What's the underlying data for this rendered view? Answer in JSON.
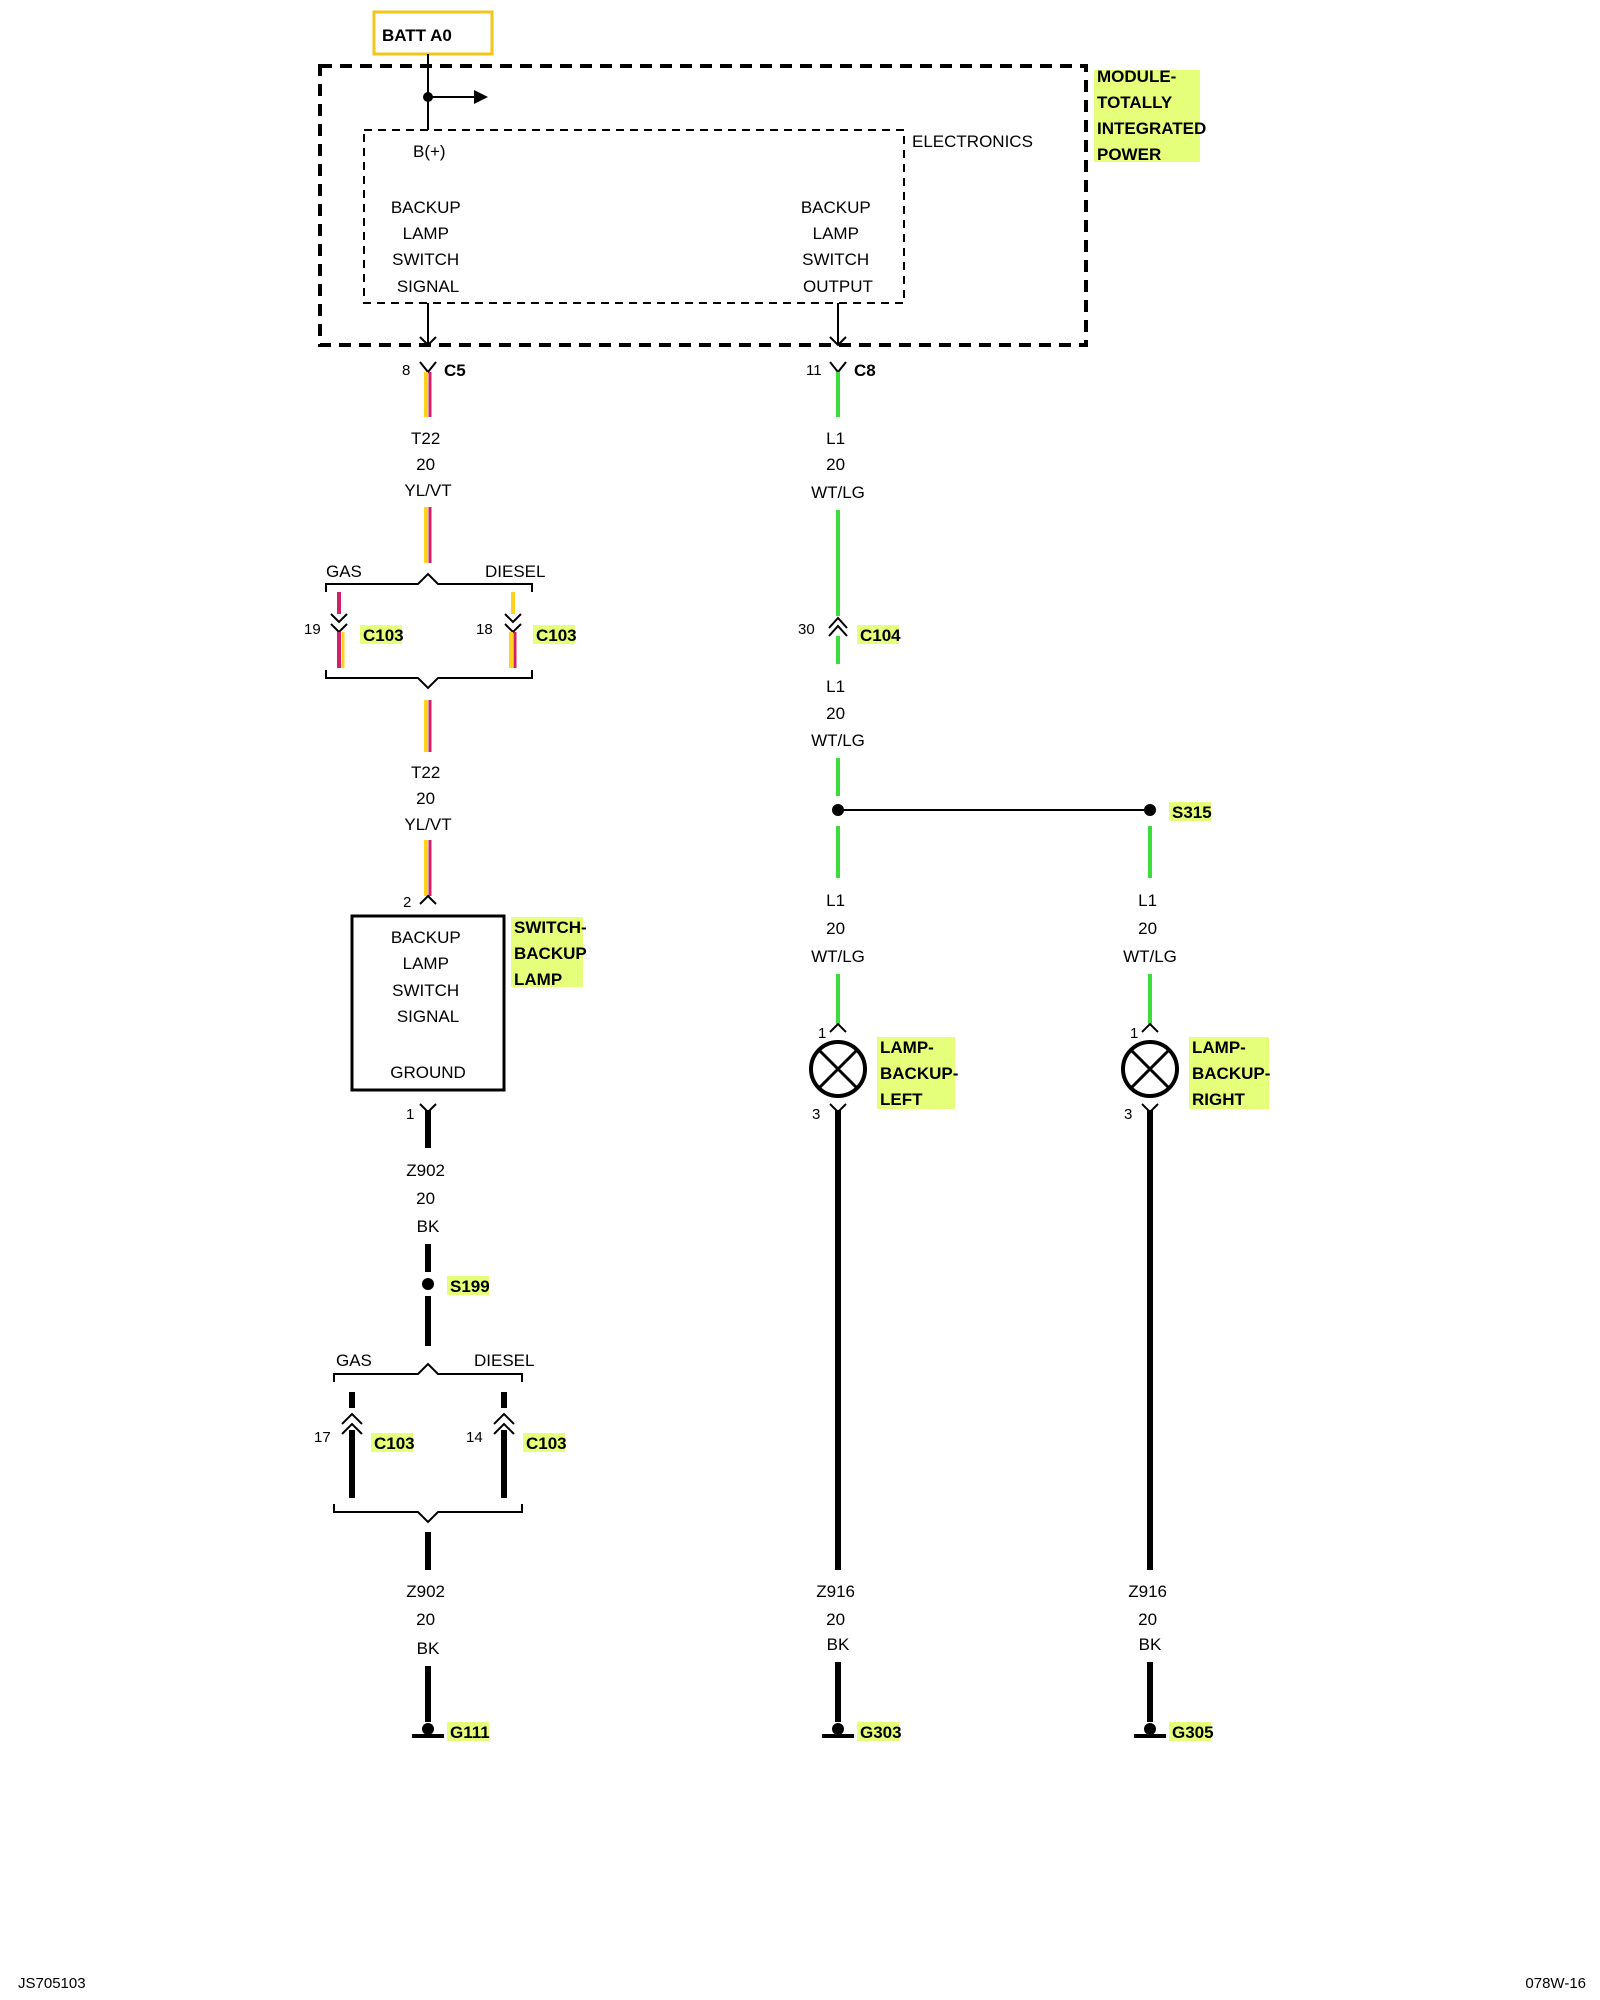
{
  "colors": {
    "highlight": "#e6ff7a",
    "batt_border": "#f0c419",
    "green_wire": "#3ddc3d",
    "yellow_wire": "#ffd21e",
    "violet_wire": "#d0206a"
  },
  "power": {
    "label": "BATT A0"
  },
  "module": {
    "name_lines": [
      "MODULE-",
      "TOTALLY",
      "INTEGRATED",
      "POWER"
    ],
    "electronics_label": "ELECTRONICS",
    "bplus_label": "B(+)",
    "signal_lines": [
      "BACKUP",
      "LAMP",
      "SWITCH",
      "SIGNAL"
    ],
    "output_lines": [
      "BACKUP",
      "LAMP",
      "SWITCH",
      "OUTPUT"
    ]
  },
  "connectors": {
    "c5": {
      "pin": "8",
      "name": "C5"
    },
    "c8": {
      "pin": "11",
      "name": "C8"
    },
    "c103_gas_sig": {
      "pin": "19",
      "name": "C103"
    },
    "c103_diesel_sig": {
      "pin": "18",
      "name": "C103"
    },
    "c104": {
      "pin": "30",
      "name": "C104"
    },
    "c103_gas_gnd": {
      "pin": "17",
      "name": "C103"
    },
    "c103_diesel_gnd": {
      "pin": "14",
      "name": "C103"
    }
  },
  "wires": {
    "t22_a": {
      "circuit": "T22",
      "gauge": "20",
      "color": "YL/VT"
    },
    "t22_b": {
      "circuit": "T22",
      "gauge": "20",
      "color": "YL/VT"
    },
    "l1_a": {
      "circuit": "L1",
      "gauge": "20",
      "color": "WT/LG"
    },
    "l1_b": {
      "circuit": "L1",
      "gauge": "20",
      "color": "WT/LG"
    },
    "l1_c": {
      "circuit": "L1",
      "gauge": "20",
      "color": "WT/LG"
    },
    "l1_d": {
      "circuit": "L1",
      "gauge": "20",
      "color": "WT/LG"
    },
    "z902_a": {
      "circuit": "Z902",
      "gauge": "20",
      "color": "BK"
    },
    "z902_b": {
      "circuit": "Z902",
      "gauge": "20",
      "color": "BK"
    },
    "z916_a": {
      "circuit": "Z916",
      "gauge": "20",
      "color": "BK"
    },
    "z916_b": {
      "circuit": "Z916",
      "gauge": "20",
      "color": "BK"
    }
  },
  "options": {
    "gas": "GAS",
    "diesel": "DIESEL"
  },
  "switch": {
    "name_lines": [
      "SWITCH-",
      "BACKUP",
      "LAMP"
    ],
    "signal_lines": [
      "BACKUP",
      "LAMP",
      "SWITCH",
      "SIGNAL"
    ],
    "ground_label": "GROUND",
    "pin_top": "2",
    "pin_bottom": "1"
  },
  "splices": {
    "s315": "S315",
    "s199": "S199"
  },
  "lamps": {
    "left": {
      "name_lines": [
        "LAMP-",
        "BACKUP-",
        "LEFT"
      ],
      "pin_top": "1",
      "pin_bottom": "3"
    },
    "right": {
      "name_lines": [
        "LAMP-",
        "BACKUP-",
        "RIGHT"
      ],
      "pin_top": "1",
      "pin_bottom": "3"
    }
  },
  "grounds": {
    "g111": "G111",
    "g303": "G303",
    "g305": "G305"
  },
  "footer": {
    "left_code": "JS705103",
    "right_code": "078W-16"
  }
}
